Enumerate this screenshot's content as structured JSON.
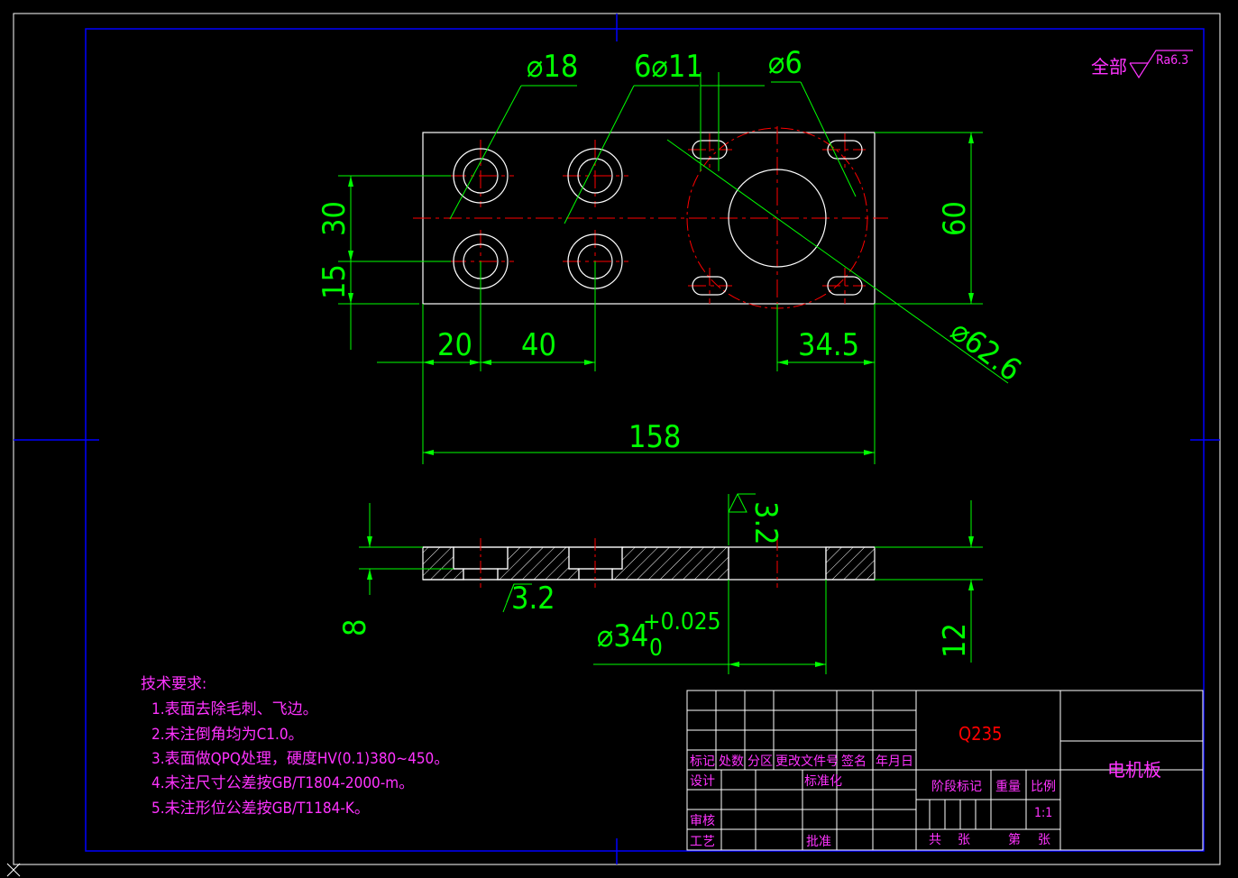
{
  "drawing_title": "电机板",
  "material": "Q235",
  "surface_finish": {
    "label": "全部",
    "value": "Ra6.3"
  },
  "section_finish": {
    "top": "3.2",
    "bottom": "3.2"
  },
  "dimensions_top_view": {
    "d18": "⌀18",
    "d11": "6⌀11",
    "d6": "⌀6",
    "d62_6": "⌀62.6",
    "h30": "30",
    "h15": "15",
    "h60": "60",
    "w20": "20",
    "w40": "40",
    "w34_5": "34.5",
    "w158": "158"
  },
  "dimensions_section": {
    "t8": "8",
    "t12": "12",
    "bore_base": "⌀34",
    "bore_upper": "+0.025",
    "bore_lower": "0"
  },
  "tech_requirements": {
    "title": "技术要求:",
    "items": [
      "1.表面去除毛刺、飞边。",
      "2.未注倒角均为C1.0。",
      "3.表面做QPQ处理，硬度HV(0.1)380~450。",
      "4.未注尺寸公差按GB/T1804-2000-m。",
      "5.未注形位公差按GB/T1184-K。"
    ]
  },
  "title_block": {
    "row_labels": [
      "标记",
      "处数",
      "分区",
      "更改文件号",
      "签名",
      "年月日"
    ],
    "design": "设计",
    "standard": "标准化",
    "review": "审核",
    "process": "工艺",
    "approve": "批准",
    "stage": "阶段标记",
    "weight": "重量",
    "scale": "比例",
    "scale_value": "1:1",
    "total": "共",
    "sheets": "张",
    "page": "第",
    "sheet2": "张"
  },
  "colors": {
    "frame": "#0000ff",
    "outline": "#ffffff",
    "dimension": "#00ff00",
    "centerline": "#ff0000",
    "text": "#ff33ff"
  }
}
